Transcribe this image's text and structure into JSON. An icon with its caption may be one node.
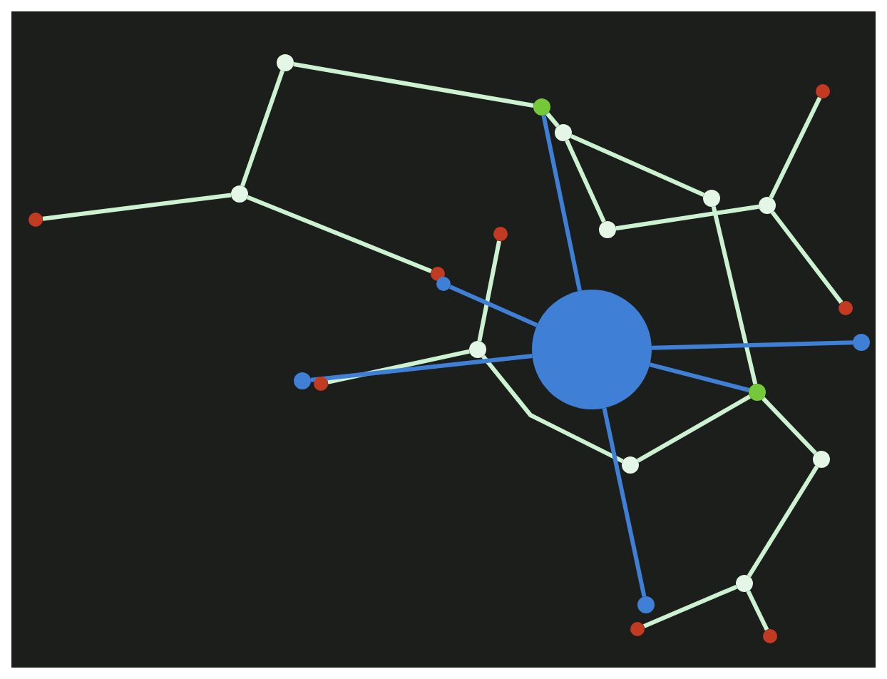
{
  "diagram": {
    "nodes": [
      {
        "text": [],
        "shape": "circle"
      },
      {
        "text": [],
        "shape": "circle"
      },
      {
        "text": [],
        "shape": "circle"
      },
      {
        "text": [],
        "shape": "circle"
      },
      {
        "text": [],
        "shape": "circle"
      },
      {
        "text": [],
        "shape": "circle"
      },
      {
        "text": [],
        "shape": "circle"
      },
      {
        "text": [],
        "shape": "circle"
      },
      {
        "text": [],
        "shape": "circle"
      },
      {
        "text": [],
        "shape": "circle"
      },
      {
        "text": [],
        "shape": "circle"
      },
      {
        "text": [],
        "shape": "circle"
      },
      {
        "text": [],
        "shape": "circle"
      },
      {
        "text": [],
        "shape": "circle"
      },
      {
        "text": [],
        "shape": "circle"
      },
      {
        "text": [],
        "shape": "circle"
      },
      {
        "text": [],
        "shape": "circle"
      },
      {
        "text": [],
        "shape": "circle"
      },
      {
        "text": [],
        "shape": "circle"
      },
      {
        "text": [],
        "shape": "circle"
      },
      {
        "text": [],
        "shape": "circle"
      },
      {
        "text": [],
        "shape": "circle"
      },
      {
        "text": [],
        "shape": "circle"
      },
      {
        "text": [],
        "shape": "circle"
      },
      {
        "text": [],
        "shape": "circle"
      }
    ],
    "edges": [
      {
        "from": 0,
        "to": 1,
        "arrow": "none"
      },
      {
        "from": 0,
        "to": 4,
        "arrow": "none"
      },
      {
        "from": 4,
        "to": 5,
        "arrow": "none"
      },
      {
        "from": 4,
        "to": 10,
        "arrow": "none"
      },
      {
        "from": 1,
        "to": 2,
        "arrow": "none"
      },
      {
        "from": 2,
        "to": 6,
        "arrow": "none"
      },
      {
        "from": 2,
        "to": 8,
        "arrow": "none"
      },
      {
        "from": 8,
        "to": 7,
        "arrow": "none"
      },
      {
        "from": 6,
        "to": 18,
        "arrow": "none"
      },
      {
        "from": 7,
        "to": 3,
        "arrow": "none"
      },
      {
        "from": 7,
        "to": 12,
        "arrow": "none"
      },
      {
        "from": 9,
        "to": 14,
        "arrow": "none"
      },
      {
        "from": 14,
        "to": 17,
        "arrow": "none"
      },
      {
        "from": 14,
        "to": 19,
        "arrow": "none"
      },
      {
        "from": 19,
        "to": 18,
        "arrow": "none"
      },
      {
        "from": 18,
        "to": 20,
        "arrow": "none"
      },
      {
        "from": 20,
        "to": 21,
        "arrow": "none"
      },
      {
        "from": 21,
        "to": 23,
        "arrow": "none"
      },
      {
        "from": 21,
        "to": 24,
        "arrow": "none"
      },
      {
        "from": 13,
        "to": 1,
        "arrow": "none",
        "color": "#3f7fd6"
      },
      {
        "from": 13,
        "to": 11,
        "arrow": "none",
        "color": "#3f7fd6"
      },
      {
        "from": 13,
        "to": 16,
        "arrow": "none",
        "color": "#3f7fd6"
      },
      {
        "from": 13,
        "to": 15,
        "arrow": "none",
        "color": "#3f7fd6"
      },
      {
        "from": 13,
        "to": 18,
        "arrow": "none",
        "color": "#3f7fd6"
      },
      {
        "from": 13,
        "to": 22,
        "arrow": "none",
        "color": "#3f7fd6"
      }
    ]
  }
}
